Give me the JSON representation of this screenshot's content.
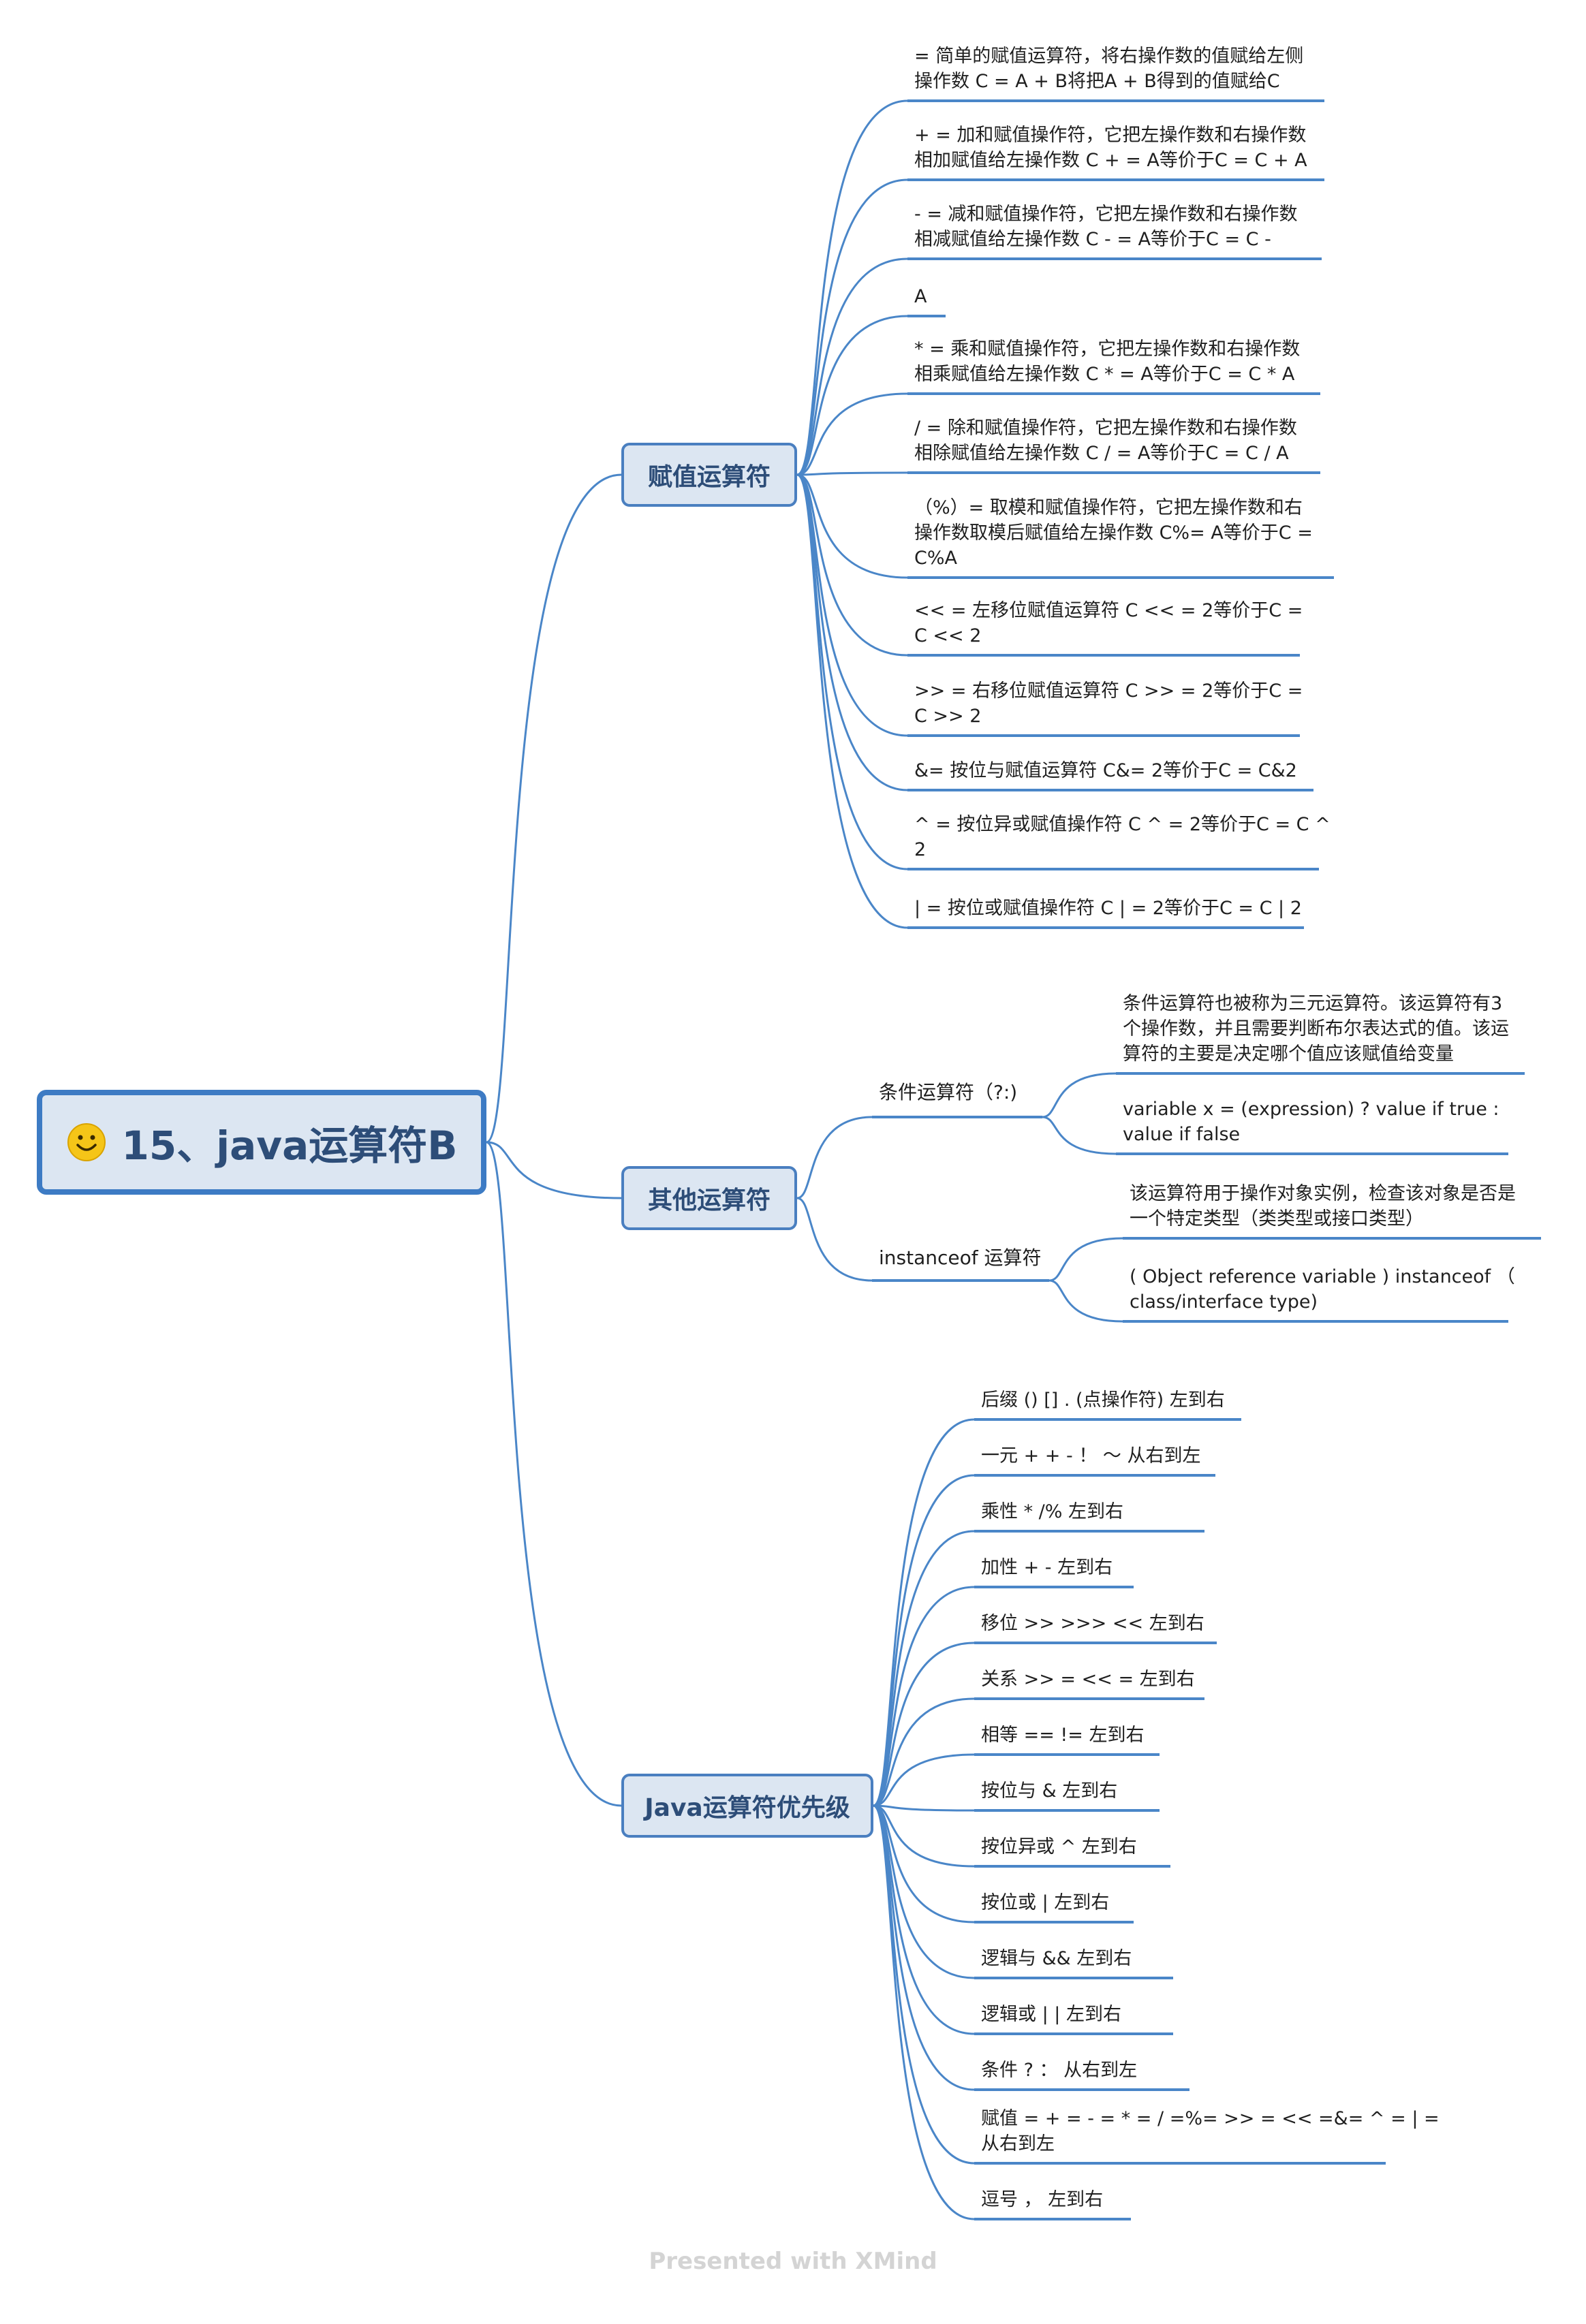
{
  "root": {
    "title": "15、java运算符B",
    "icon": "smiley-icon"
  },
  "branches": {
    "assign": {
      "label": "赋值运算符",
      "items": [
        "= 简单的赋值运算符，将右操作数的值赋给左侧\n操作数 C = A + B将把A + B得到的值赋给C",
        "+ = 加和赋值操作符，它把左操作数和右操作数\n相加赋值给左操作数 C + = A等价于C = C + A",
        "- = 减和赋值操作符，它把左操作数和右操作数\n相减赋值给左操作数 C - = A等价于C = C -",
        " A",
        "* = 乘和赋值操作符，它把左操作数和右操作数\n相乘赋值给左操作数 C * = A等价于C = C * A",
        "/ = 除和赋值操作符，它把左操作数和右操作数\n相除赋值给左操作数 C / = A等价于C = C / A",
        " （%）= 取模和赋值操作符，它把左操作数和右\n操作数取模后赋值给左操作数 C%= A等价于C =\nC%A",
        "<< = 左移位赋值运算符 C << = 2等价于C =\nC << 2",
        ">> = 右移位赋值运算符 C >> = 2等价于C =\nC >> 2",
        " &= 按位与赋值运算符 C&= 2等价于C = C&2",
        "^ = 按位异或赋值操作符 C ^ = 2等价于C = C ^\n2",
        "| = 按位或赋值操作符 C | = 2等价于C = C | 2"
      ]
    },
    "other": {
      "label": "其他运算符",
      "conditional": {
        "label": "条件运算符（?:)",
        "items": [
          "条件运算符也被称为三元运算符。该运算符有3\n个操作数，并且需要判断布尔表达式的值。该运\n算符的主要是决定哪个值应该赋值给变量",
          "variable x = (expression) ? value if true :\nvalue if false"
        ]
      },
      "instanceof": {
        "label": "instanceof 运算符",
        "items": [
          "该运算符用于操作对象实例，检查该对象是否是\n一个特定类型（类类型或接口类型）",
          "( Object reference variable ) instanceof （\nclass/interface type)"
        ]
      }
    },
    "precedence": {
      "label": "Java运算符优先级",
      "items": [
        "后缀 () [] . (点操作符) 左到右",
        "一元 + + - ！ ～ 从右到左",
        "乘性  * /% 左到右",
        "加性  + - 左到右",
        "移位  >> >>>  <<  左到右",
        "关系  >> = << =  左到右",
        "相等  ==  != 左到右",
        "按位与  &  左到右",
        "按位异或 ^ 左到右",
        "按位或 | 左到右",
        "逻辑与 && 左到右",
        "逻辑或 | | 左到右",
        "条件 ? ：  从右到左",
        "赋值 = + = - = * = / =%= >> = << =&= ^ = | =\n从右到左",
        "逗号 ，  左到右"
      ]
    }
  },
  "footer": "Presented with XMind",
  "colors": {
    "line": "#4a86c8",
    "nodeFill": "#dce6f2",
    "nodeBorder": "#4a7fc0",
    "rootText": "#2d4d78"
  }
}
